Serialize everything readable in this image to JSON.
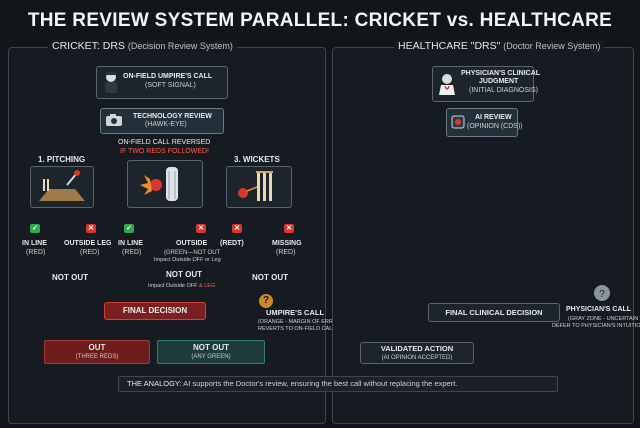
{
  "title": "THE REVIEW SYSTEM PARALLEL: CRICKET vs. HEALTHCARE",
  "cricket": {
    "panel_title_main": "CRICKET: DRS",
    "panel_title_sub": "(Decision Review System)",
    "umpire_call_1": "ON-FIELD UMPIRE'S CALL",
    "umpire_call_2": "(SOFT SIGNAL)",
    "tech_review_1": "TECHNOLOGY REVIEW",
    "tech_review_2": "(HAWK-EYE)",
    "reversed_1": "ON-FIELD CALL REVERSED",
    "reversed_2": "IF TWO REDS FOLLOWED!",
    "pitching_label": "1. PITCHING",
    "wickets_label": "3. WICKETS",
    "in_line_1": "IN LINE",
    "in_line_1_sub": "(RED)",
    "outside_leg": "OUTSIDE LEG",
    "outside_leg_sub": "(RED)",
    "in_line_2": "IN LINE",
    "in_line_2_sub": "(RED)",
    "outside": "OUTSIDE",
    "outside_sub_1": "(GREEN—NOT OUT",
    "outside_sub_2": "Impact Outside OFF or Leg",
    "redt": "(REDT)",
    "missing": "MISSING",
    "missing_sub": "(RED)",
    "not_out_1": "NOT OUT",
    "not_out_2": "NOT OUT",
    "not_out_2_sub_a": "Impact Outside OFF ",
    "not_out_2_sub_b": "& LEG",
    "not_out_3": "NOT OUT",
    "final_decision": "FINAL DECISION",
    "umpires_call": "UMPIRE'S CALL",
    "umpires_call_sub_1": "(ORANGE - MARGIN OF ERROR",
    "umpires_call_sub_2": "REVERTS TO ON-FIELD CALL",
    "out": "OUT",
    "out_sub": "(THREE REDS)",
    "not_out_final": "NOT OUT",
    "not_out_final_sub": "(ANY GREEN)",
    "question_mark": "?"
  },
  "healthcare": {
    "panel_title_main": "HEALTHCARE \"DRS\"",
    "panel_title_sub": "(Doctor Review System)",
    "physician_1": "PHYSICIAN'S CLINICAL",
    "physician_2": "JUDGMENT",
    "physician_3": "(INITIAL DIAGNOSIS)",
    "ai_review_1": "AI REVIEW",
    "ai_review_2": "(OPINION (CDS))",
    "final_clinical": "FINAL CLINICAL DECISION",
    "physicians_call": "PHYSICIAN'S CALL",
    "physicians_call_sub_1": "(GRAY ZONE - UNCERTAIN",
    "physicians_call_sub_2": "DEFER TO PHYSICIAN'S INTUITION",
    "validated_1": "VALIDATED ACTION",
    "validated_2": "(AI OPINION ACCEPTED)"
  },
  "analogy": {
    "lead": "THE ANALOGY:",
    "text": " AI supports the Doctor's review, ensuring the best call without replacing the expert."
  },
  "colors": {
    "orange": "#e8902c",
    "teal": "#3a9a8c",
    "red": "#d8372f",
    "green": "#2fa84f",
    "blue_line": "#5d7a93"
  },
  "icons": [
    "umpire-icon",
    "camera-icon",
    "cricket-pitch-icon",
    "ball-impact-icon",
    "stumps-icon",
    "check-icon",
    "cross-icon",
    "question-icon",
    "doctor-icon",
    "ai-chip-icon",
    "thinking-head-icon"
  ]
}
